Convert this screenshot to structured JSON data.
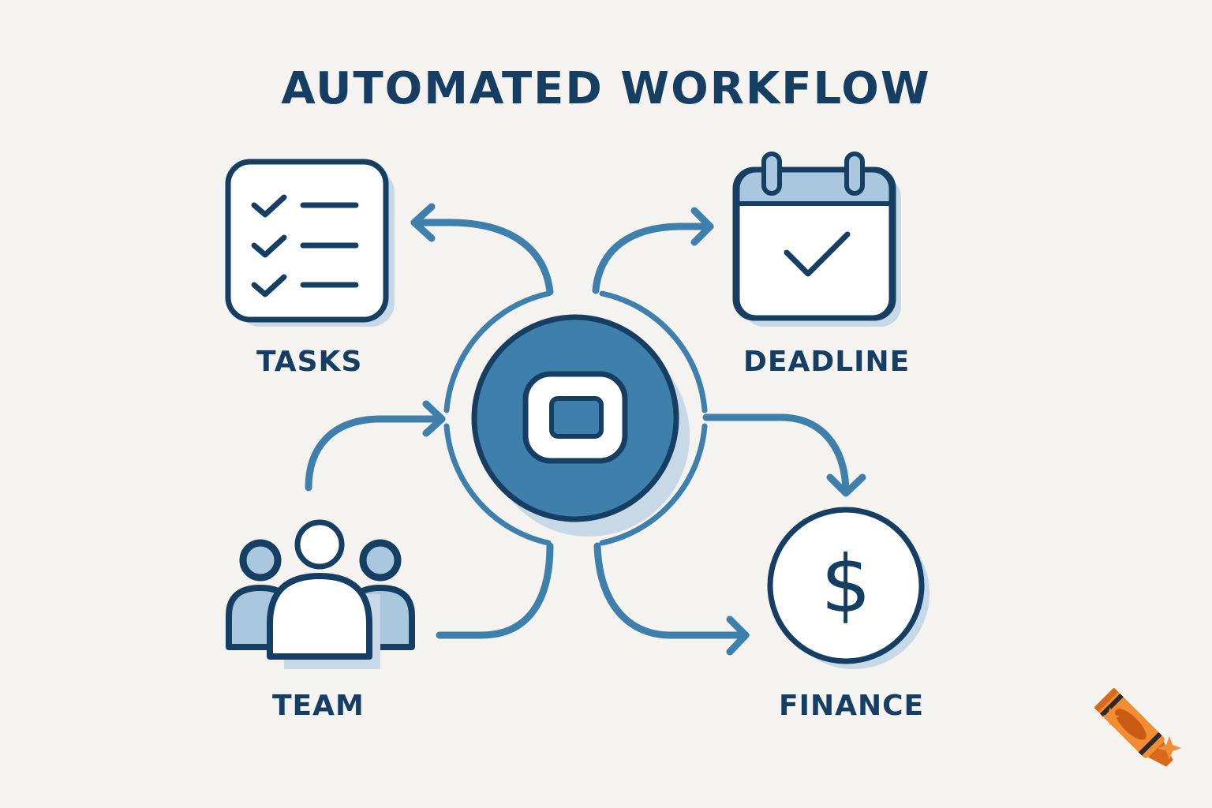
{
  "title": "AUTOMATED WORKFLOW",
  "nodes": {
    "tasks": {
      "label": "TASKS",
      "icon": "checklist-icon"
    },
    "deadline": {
      "label": "DEADLINE",
      "icon": "calendar-check-icon"
    },
    "team": {
      "label": "TEAM",
      "icon": "team-icon"
    },
    "finance": {
      "label": "FINANCE",
      "icon": "dollar-coin-icon"
    },
    "hub": {
      "label": "",
      "icon": "automation-hub-icon"
    }
  },
  "edges": [
    {
      "from": "hub",
      "to": "tasks"
    },
    {
      "from": "hub",
      "to": "deadline"
    },
    {
      "from": "team",
      "to": "hub"
    },
    {
      "from": "hub",
      "to": "finance"
    },
    {
      "from": "team",
      "to": "hub"
    },
    {
      "from": "hub",
      "to": "finance"
    }
  ],
  "colors": {
    "background": "#f4f3f0",
    "dark_navy": "#163e63",
    "medium_blue": "#3f7fac",
    "light_blue": "#a9c8e0",
    "shadow": "#c7d8e6",
    "accent_orange": "#e8832e"
  }
}
